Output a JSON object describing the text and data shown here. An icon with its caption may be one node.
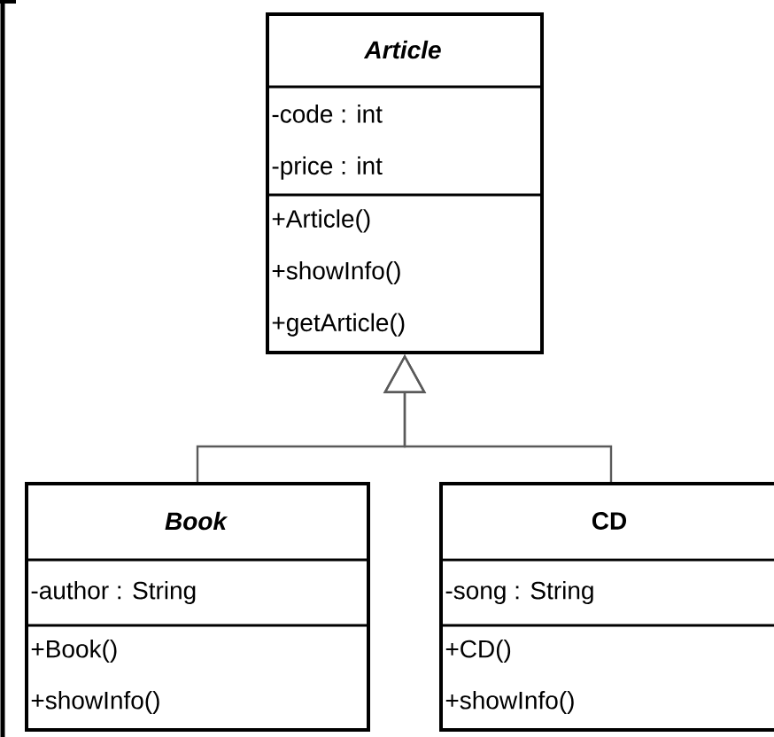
{
  "diagram": {
    "nodes": [
      {
        "text": [
          "Article",
          "-code : int",
          "-price : int",
          "+Article()",
          "+showInfo()",
          "+getArticle()"
        ]
      },
      {
        "text": [
          "Book",
          "-author : String",
          "+Book()",
          "+showInfo()"
        ]
      },
      {
        "text": [
          "CD",
          "-song : String",
          "+CD()",
          "+showInfo()"
        ]
      }
    ],
    "edges": [
      {
        "from": 1,
        "to": 0,
        "arrow": "to"
      },
      {
        "from": 2,
        "to": 0,
        "arrow": "to"
      }
    ]
  }
}
